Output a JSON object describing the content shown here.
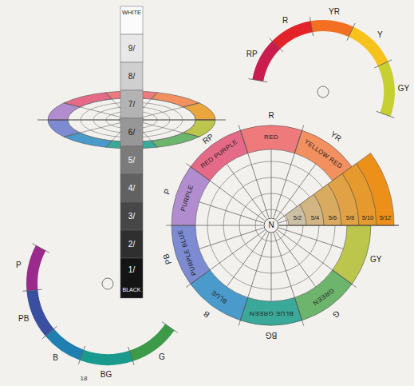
{
  "diagram": {
    "labels": [
      "WHITE",
      "9/",
      "8/",
      "7/",
      "6/",
      "5/",
      "4/",
      "3/",
      "2/",
      "1/",
      "BLACK",
      "RP",
      "R",
      "YR",
      "Y",
      "GY",
      "R",
      "RED",
      "RP",
      "RED PURPLE",
      "YR",
      "YELLOW RED",
      "GY",
      "G",
      "GREEN",
      "BG",
      "BLUE GREEN",
      "B",
      "BLUE",
      "PB",
      "PURPLE BLUE",
      "P",
      "PURPLE",
      "N",
      "5/2",
      "5/4",
      "5/6",
      "5/8",
      "5/10",
      "5/12",
      "P",
      "PB",
      "B",
      "BG",
      "G",
      "18"
    ]
  }
}
